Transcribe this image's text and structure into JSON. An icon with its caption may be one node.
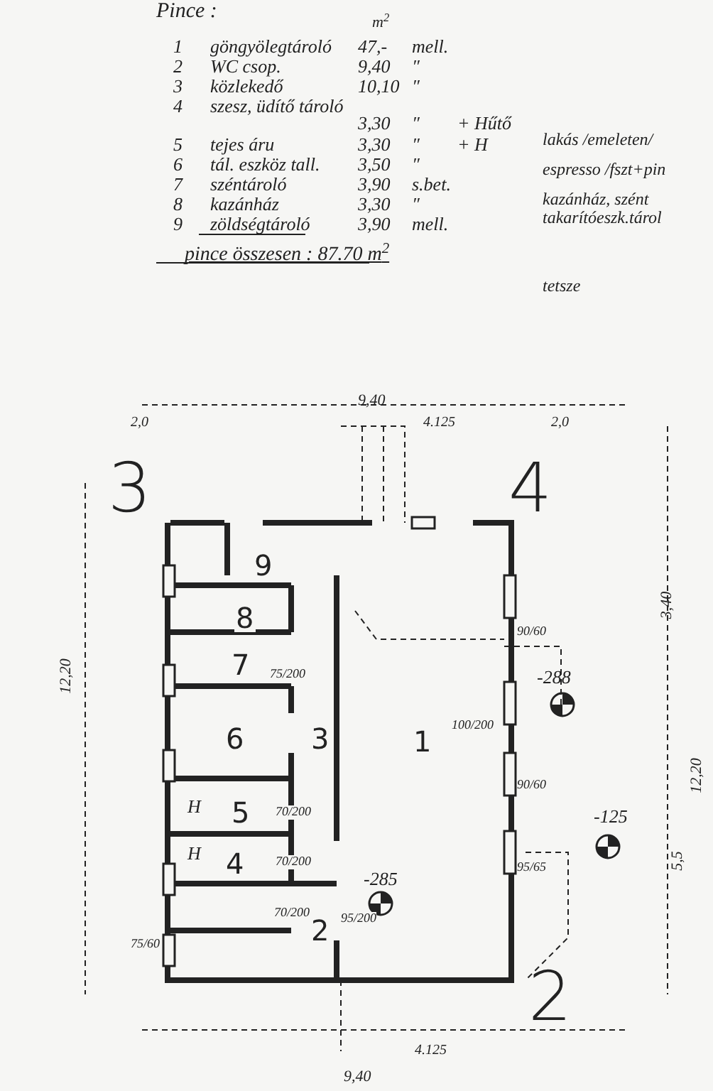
{
  "diagram": {
    "nodes": [
      {
        "text": [
          "1"
        ]
      },
      {
        "text": [
          "2"
        ]
      },
      {
        "text": [
          "3"
        ]
      },
      {
        "text": [
          "4"
        ]
      },
      {
        "text": [
          "5"
        ]
      },
      {
        "text": [
          "6"
        ]
      },
      {
        "text": [
          "7"
        ]
      },
      {
        "text": [
          "8"
        ]
      },
      {
        "text": [
          "9"
        ]
      }
    ],
    "edges": [],
    "labels": [
      "Pince :",
      "m$^{2}$",
      "1",
      "göngyölegtároló",
      "47,-",
      "mell.",
      "2",
      "WC csop.",
      "9,40",
      "″",
      "3",
      "közlekedő",
      "10,10",
      "″",
      "4",
      "szesz, üdítő tároló",
      "3,30",
      "″",
      "+ Hűtő",
      "5",
      "tejes áru",
      "3,30",
      "″",
      "+ H",
      "6",
      "tál. eszköz tall.",
      "3,50",
      "″",
      "7",
      "széntároló",
      "3,90",
      "s.bet.",
      "8",
      "kazánház",
      "3,30",
      "″",
      "9",
      "zöldségtároló",
      "3,90",
      "mell.",
      "pince összesen : 87.70 m$^{2}$",
      "lakás /emeleten/",
      "espresso /fszt+pin",
      "kazánház, szént",
      "takarítóeszk.tárol",
      "tetsze",
      "9,40",
      "2,0",
      "4.125",
      "2,0",
      "3",
      "4",
      "2",
      "12,20",
      "3,40",
      "12,20",
      "5,5",
      "-288",
      "-125",
      "-285",
      "H",
      "H",
      "90/60",
      "100/200",
      "90/60",
      "95/65",
      "95/200",
      "75/200",
      "70/200",
      "70/200",
      "70/200",
      "75/60",
      "4.125",
      "9,40"
    ]
  }
}
